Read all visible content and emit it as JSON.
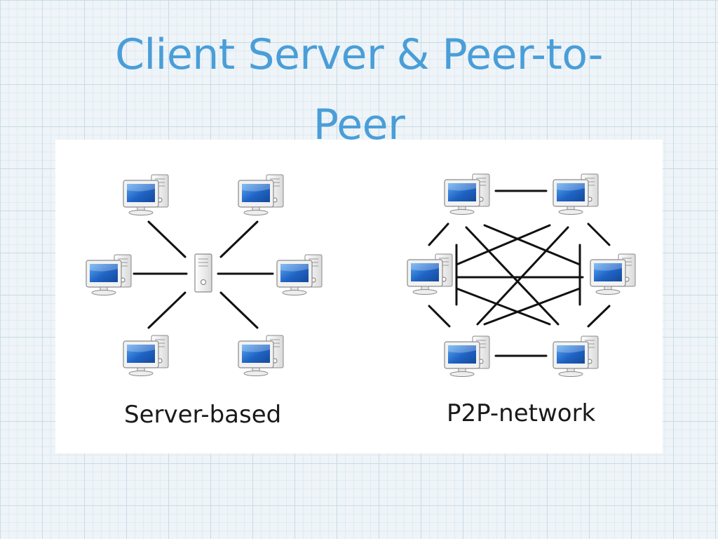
{
  "slide": {
    "title_line1": "Client Server & Peer-to-",
    "title_line2": "Peer"
  },
  "diagrams": {
    "server_based": {
      "caption": "Server-based"
    },
    "p2p": {
      "caption": "P2P-network"
    }
  },
  "colors": {
    "title": "#4a9ed8",
    "screen": "#1f63c4",
    "link": "#111111"
  }
}
